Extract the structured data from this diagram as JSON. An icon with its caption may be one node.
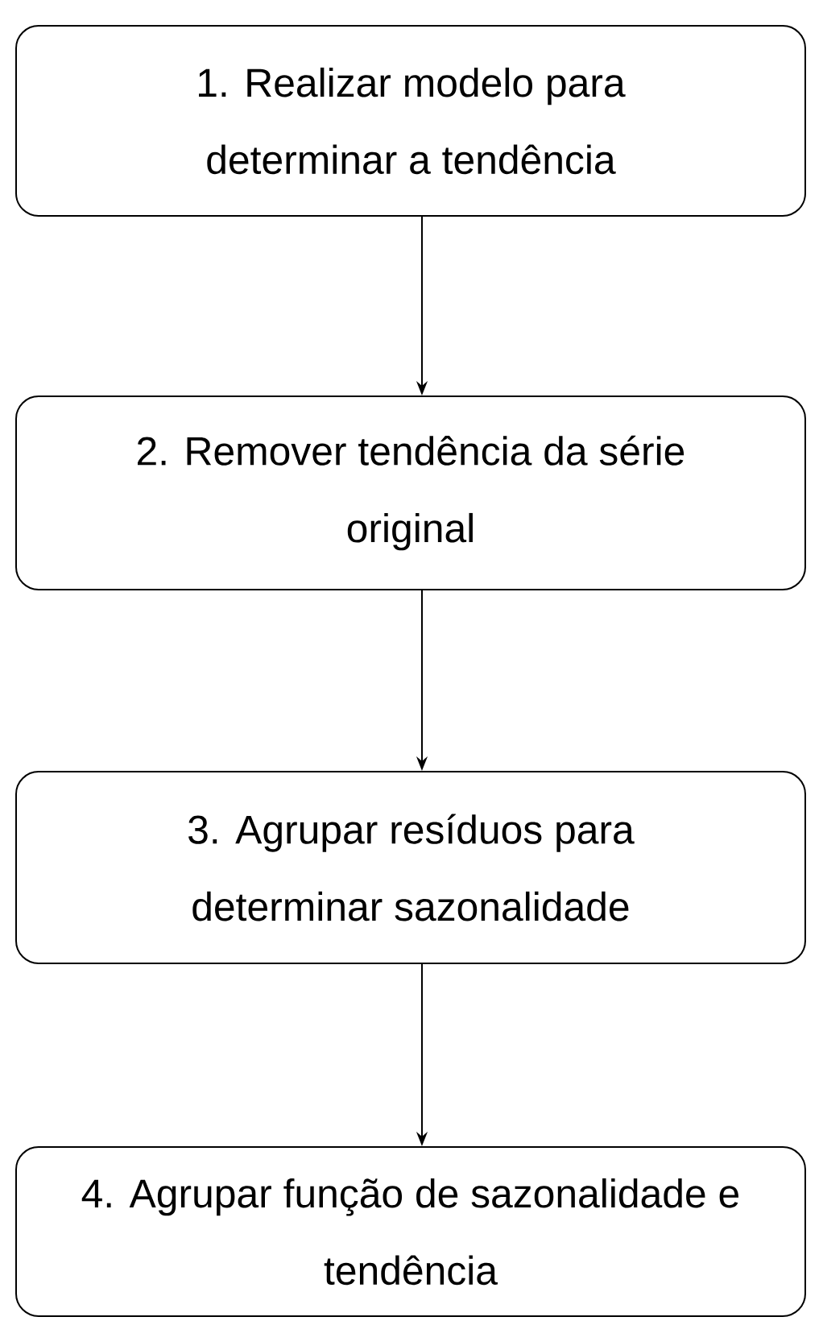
{
  "diagram": {
    "nodes": [
      {
        "text": [
          "1. Realizar modelo para determinar a tendência"
        ]
      },
      {
        "text": [
          "2. Remover tendência da série original"
        ]
      },
      {
        "text": [
          "3. Agrupar resíduos para determinar sazonalidade"
        ]
      },
      {
        "text": [
          "4. Agrupar função de sazonalidade e tendência"
        ]
      }
    ],
    "edges": [
      {
        "from": 0,
        "to": 1,
        "arrow": "to"
      },
      {
        "from": 1,
        "to": 2,
        "arrow": "to"
      },
      {
        "from": 2,
        "to": 3,
        "arrow": "to"
      }
    ]
  }
}
